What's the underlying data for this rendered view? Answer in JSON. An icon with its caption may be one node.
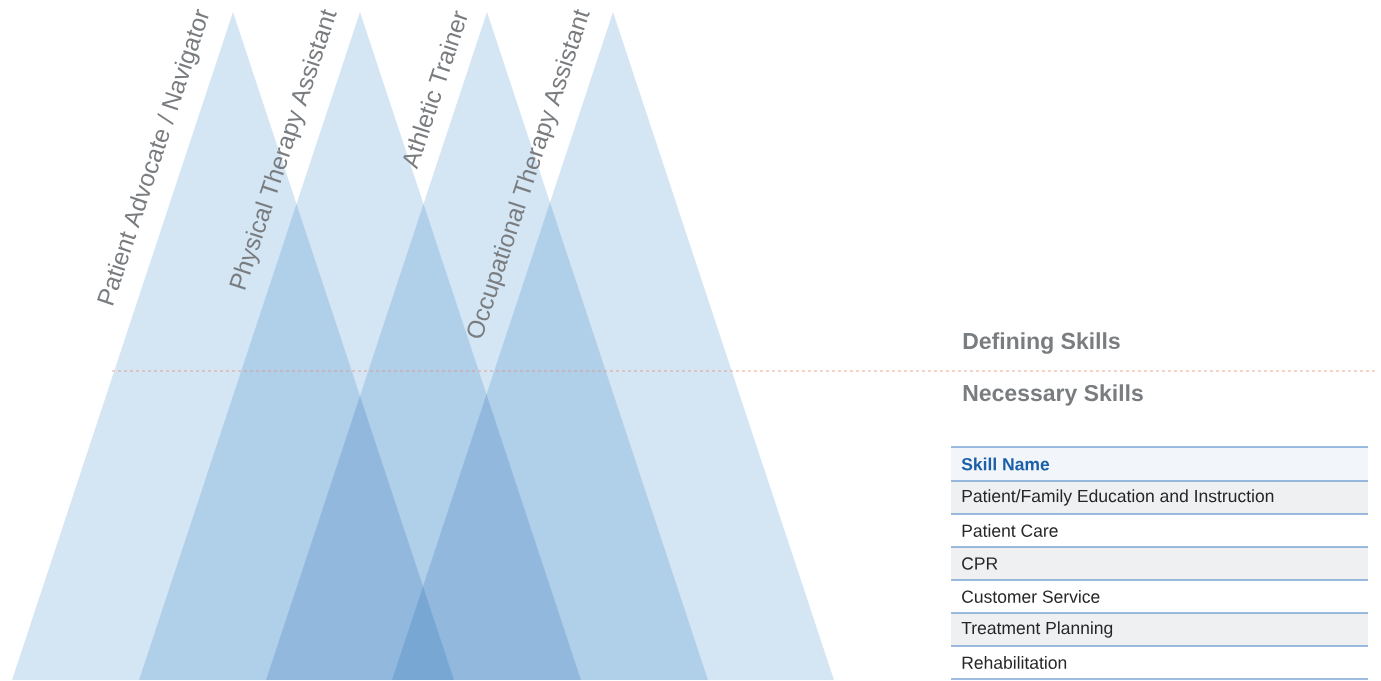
{
  "diagram": {
    "nodes": [
      {
        "text": [
          "Patient Advocate / Navigator"
        ]
      },
      {
        "text": [
          "Physical Therapy Assistant"
        ]
      },
      {
        "text": [
          "Athletic Trainer"
        ]
      },
      {
        "text": [
          "Occupational Therapy Assistant"
        ]
      }
    ],
    "labels": [
      "Defining Skills",
      "Necessary Skills",
      "Skill Name",
      "Patient/Family Education and Instruction",
      "Patient Care",
      "CPR",
      "Customer Service",
      "Treatment Planning",
      "Rehabilitation"
    ]
  }
}
